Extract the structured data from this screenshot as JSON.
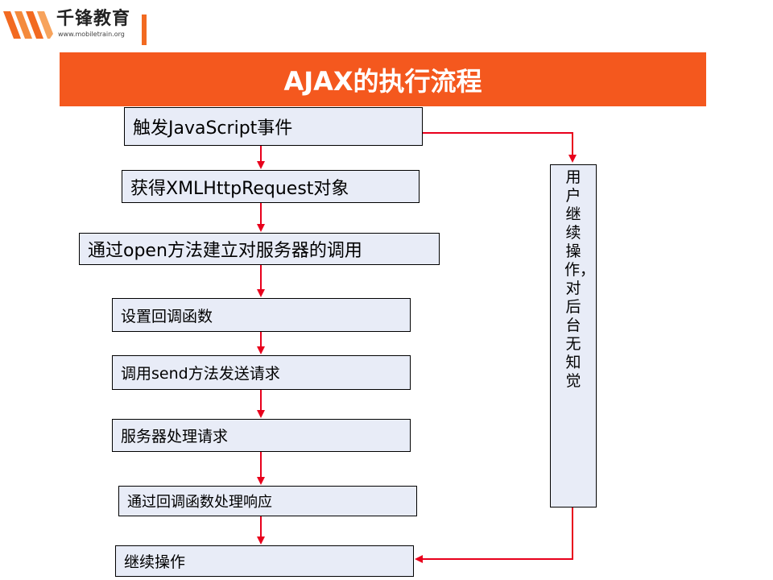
{
  "logo": {
    "name": "千锋教育",
    "url": "www.mobiletrain.org",
    "accent_color": "#f26a21"
  },
  "title": "AJAX的执行流程",
  "title_color": "#f4581e",
  "box_fill_color": "#e8ecf7",
  "arrow_color": "#e8001c",
  "steps": [
    {
      "label": "触发JavaScript事件"
    },
    {
      "label": "获得XMLHttpRequest对象"
    },
    {
      "label": "通过open方法建立对服务器的调用"
    },
    {
      "label": "设置回调函数"
    },
    {
      "label": "调用send方法发送请求"
    },
    {
      "label": "服务器处理请求"
    },
    {
      "label": "通过回调函数处理响应"
    },
    {
      "label": "继续操作"
    }
  ],
  "side_note": "用户继续操作，对后台无知觉"
}
